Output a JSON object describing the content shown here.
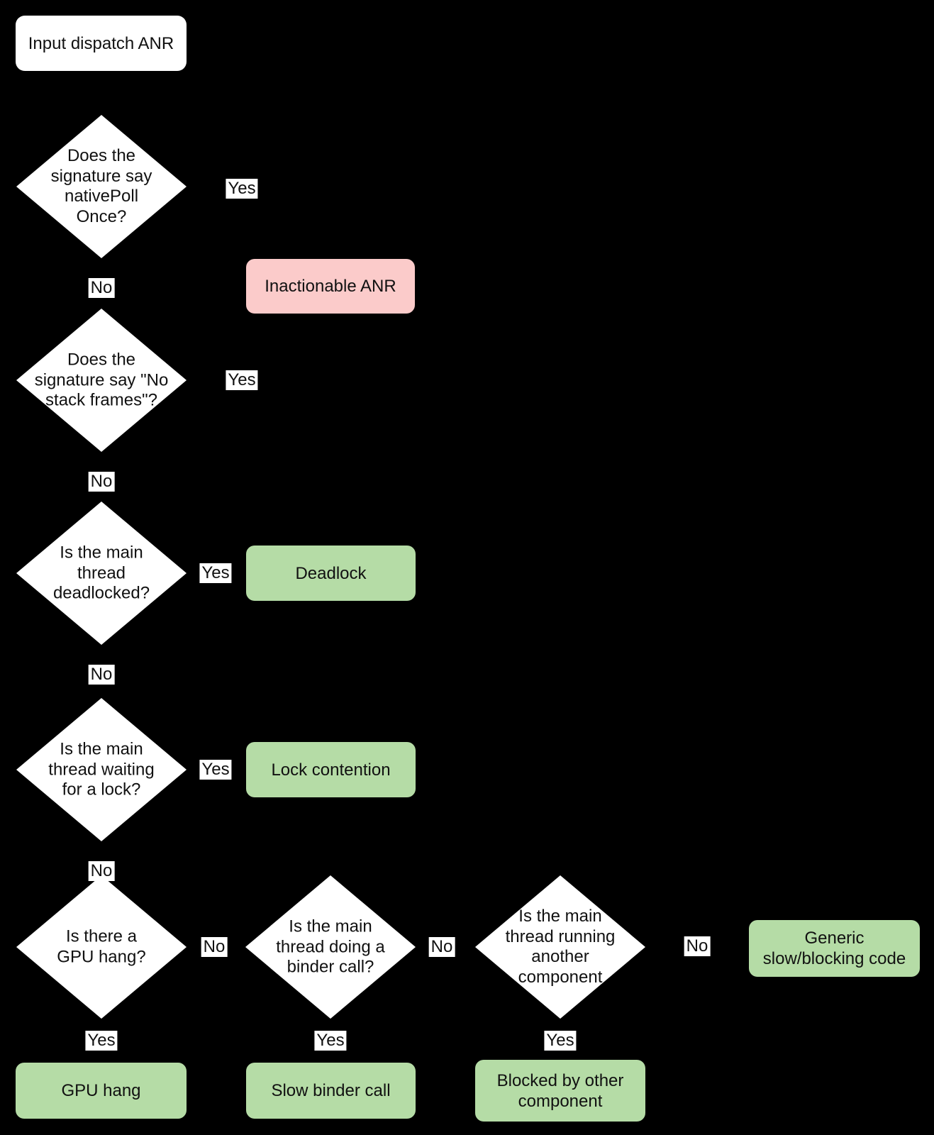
{
  "colors": {
    "background": "#000000",
    "node_fill": "#ffffff",
    "success_fill": "#b5dca6",
    "fail_fill": "#fbcbca",
    "text": "#111111"
  },
  "nodes": {
    "start": {
      "label": "Input dispatch ANR"
    },
    "d1": {
      "label": "Does the\nsignature say\nnativePoll\nOnce?"
    },
    "d2": {
      "label": "Does the\nsignature say \"No\nstack frames\"?"
    },
    "d3": {
      "label": "Is the main\nthread\ndeadlocked?"
    },
    "d4": {
      "label": "Is the main\nthread waiting\nfor a lock?"
    },
    "d5": {
      "label": "Is there a\nGPU hang?"
    },
    "d6": {
      "label": "Is the main\nthread doing a\nbinder call?"
    },
    "d7": {
      "label": "Is the main\nthread running\nanother\ncomponent"
    },
    "inactionable": {
      "label": "Inactionable ANR"
    },
    "deadlock": {
      "label": "Deadlock"
    },
    "lock_contention": {
      "label": "Lock contention"
    },
    "generic": {
      "label": "Generic\nslow/blocking code"
    },
    "gpu_hang": {
      "label": "GPU hang"
    },
    "slow_binder": {
      "label": "Slow binder call"
    },
    "blocked_other": {
      "label": "Blocked by other\ncomponent"
    }
  },
  "edges": {
    "d1_yes": {
      "label": "Yes"
    },
    "d1_no": {
      "label": "No"
    },
    "d2_yes": {
      "label": "Yes"
    },
    "d2_no": {
      "label": "No"
    },
    "d3_yes": {
      "label": "Yes"
    },
    "d3_no": {
      "label": "No"
    },
    "d4_yes": {
      "label": "Yes"
    },
    "d4_no": {
      "label": "No"
    },
    "d5_yes": {
      "label": "Yes"
    },
    "d5_no": {
      "label": "No"
    },
    "d6_yes": {
      "label": "Yes"
    },
    "d6_no": {
      "label": "No"
    },
    "d7_yes": {
      "label": "Yes"
    },
    "d7_no": {
      "label": "No"
    }
  }
}
